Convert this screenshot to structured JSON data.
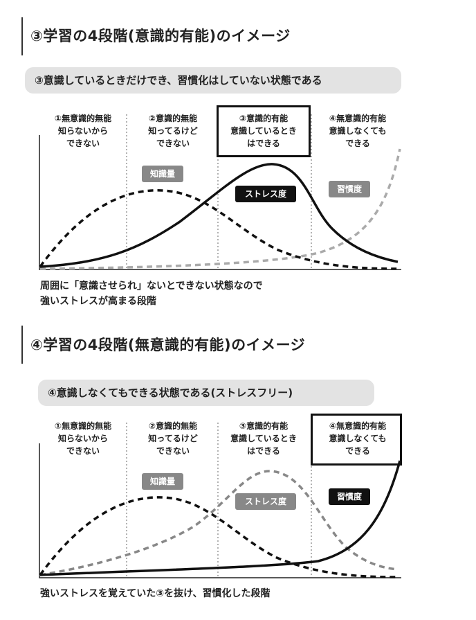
{
  "sections": [
    {
      "title": "③学習の4段階(意識的有能)のイメージ",
      "summary": "③意識しているときだけでき、習慣化はしていない状態である",
      "stages": [
        {
          "name": "①無意識的無能",
          "desc1": "知らないから",
          "desc2": "できない"
        },
        {
          "name": "②意識的無能",
          "desc1": "知ってるけど",
          "desc2": "できない"
        },
        {
          "name": "③意識的有能",
          "desc1": "意識しているとき",
          "desc2": "はできる"
        },
        {
          "name": "④無意識的有能",
          "desc1": "意識しなくても",
          "desc2": "できる"
        }
      ],
      "highlighted_stage": 3,
      "legend": {
        "knowledge": "知識量",
        "stress": "ストレス度",
        "habit": "習慣度"
      },
      "note1": "周囲に「意識させられ」ないとできない状態なので",
      "note2": "強いストレスが高まる段階"
    },
    {
      "title": "④学習の4段階(無意識的有能)のイメージ",
      "summary": "④意識しなくてもできる状態である(ストレスフリー)",
      "stages": [
        {
          "name": "①無意識的無能",
          "desc1": "知らないから",
          "desc2": "できない"
        },
        {
          "name": "②意識的無能",
          "desc1": "知ってるけど",
          "desc2": "できない"
        },
        {
          "name": "③意識的有能",
          "desc1": "意識しているとき",
          "desc2": "はできる"
        },
        {
          "name": "④無意識的有能",
          "desc1": "意識しなくても",
          "desc2": "できる"
        }
      ],
      "highlighted_stage": 4,
      "legend": {
        "knowledge": "知識量",
        "stress": "ストレス度",
        "habit": "習慣度"
      },
      "note1": "強いストレスを覚えていた③を抜け、習慣化した段階"
    }
  ],
  "colors": {
    "dark": "#111111",
    "gray": "#888888",
    "pill": "#e3e3e3"
  }
}
